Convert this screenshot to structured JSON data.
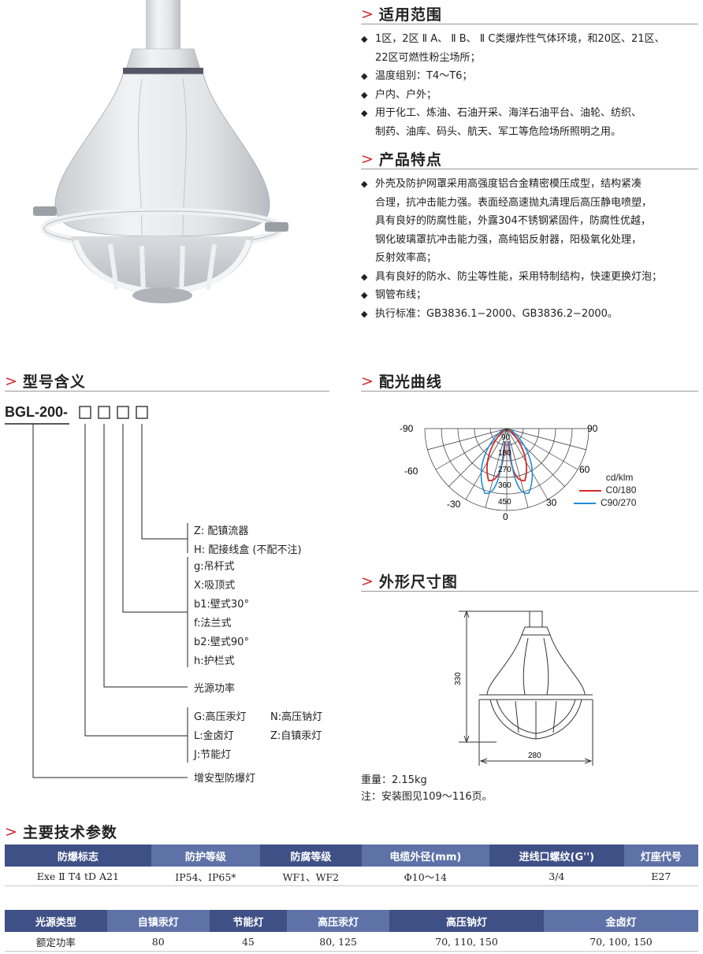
{
  "sections": {
    "scope": {
      "title": "适用范围",
      "items": [
        [
          "1区，2区 Ⅱ A、 Ⅱ B、 Ⅱ C类爆炸性气体环境，和20区、21区、",
          "22区可燃性粉尘场所；"
        ],
        [
          "温度组别：T4～T6；"
        ],
        [
          "户内、户外；"
        ],
        [
          "用于化工、炼油、石油开采、海洋石油平台、油轮、纺织、",
          "制药、油库、码头、航天、军工等危险场所照明之用。"
        ]
      ]
    },
    "features": {
      "title": "产品特点",
      "items": [
        [
          "外壳及防护网罩采用高强度铝合金精密模压成型，结构紧凑",
          "合理，抗冲击能力强。表面经高速抛丸清理后高压静电喷塑，",
          "具有良好的防腐性能，外露304不锈钢紧固件，防腐性优越，",
          "钢化玻璃罩抗冲击能力强，高纯铝反射器，阳极氧化处理，",
          "反射效率高；"
        ],
        [
          "具有良好的防水、防尘等性能，采用特制结构，快速更换灯泡；"
        ],
        [
          "钢管布线；"
        ],
        [
          "执行标准：GB3836.1−2000、GB3836.2−2000。"
        ]
      ]
    },
    "model": {
      "title": "型号含义",
      "code": "BGL-200",
      "dash": "-",
      "groups": {
        "ballast": [
          "Z:  配镇流器",
          "H:  配接线盒 (不配不注)"
        ],
        "mounting": [
          "g:吊杆式",
          "X:吸顶式",
          "b1:壁式30°",
          "f:法兰式",
          "b2:壁式90°",
          "h:护栏式"
        ],
        "power": [
          "光源功率"
        ],
        "lamp_left": [
          "G:高压汞灯",
          "L:金卤灯",
          "J:节能灯"
        ],
        "lamp_right": [
          "N:高压钠灯",
          "Z:自镇汞灯"
        ],
        "product": [
          "增安型防爆灯"
        ]
      }
    },
    "light_curve": {
      "title": "配光曲线",
      "angle_labels": [
        "-90",
        "90",
        "-60",
        "60",
        "-30",
        "30",
        "0"
      ],
      "radial_labels": [
        "90",
        "180",
        "270",
        "360",
        "450"
      ],
      "unit": "cd/klm",
      "legend": [
        {
          "label": "C0/180",
          "color": "#d6282b"
        },
        {
          "label": "C90/270",
          "color": "#1f8fd6"
        }
      ]
    },
    "dimensions": {
      "title": "外形尺寸图",
      "height_label": "330",
      "width_label": "280",
      "weight": "重量：2.15kg",
      "note": "注：安装图见109～116页。"
    },
    "tech": {
      "title": "主要技术参数",
      "table1": {
        "headers": [
          "防爆标志",
          "防护等级",
          "防腐等级",
          "电缆外径(mm)",
          "进线口螺纹(G'')",
          "灯座代号"
        ],
        "row": [
          "Exe Ⅱ T4 tD A21",
          "IP54、IP65*",
          "WF1、WF2",
          "Φ10～14",
          "3/4",
          "E27"
        ]
      },
      "table2": {
        "headers": [
          "光源类型",
          "自镇汞灯",
          "节能灯",
          "高压汞灯",
          "高压钠灯",
          "金卤灯"
        ],
        "row": [
          "额定功率",
          "80",
          "45",
          "80, 125",
          "70, 110, 150",
          "70, 100, 150"
        ]
      }
    }
  },
  "colors": {
    "accent_red": "#d6282b",
    "table_header_dark": "#3f5086",
    "table_header_light": "#5e72a8",
    "curve_blue": "#1f8fd6"
  },
  "icons": {
    "bullet": "diamond-bullet-icon",
    "section_marker": "chevron-right-icon"
  }
}
